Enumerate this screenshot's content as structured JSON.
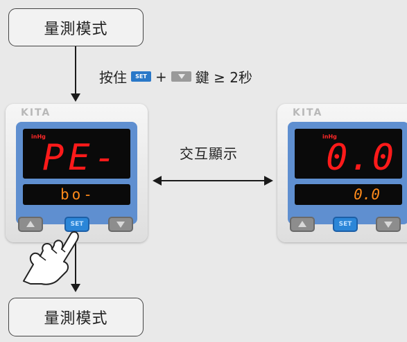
{
  "top_box": {
    "label": "量測模式"
  },
  "bottom_box": {
    "label": "量測模式"
  },
  "instruction": {
    "prefix": "按住",
    "set_key": "SET",
    "plus": "+",
    "suffix": "鍵 ≥ 2秒"
  },
  "middle": {
    "label": "交互顯示"
  },
  "device_left": {
    "brand": "KITA",
    "unit": "inHg",
    "main_display": "PE-",
    "sub_display": "bo-",
    "set_button": "SET"
  },
  "device_right": {
    "brand": "KITA",
    "unit": "inHg",
    "main_display": "0.0",
    "sub_display": "0.0",
    "set_button": "SET"
  },
  "colors": {
    "display_red": "#ff1a1a",
    "display_orange": "#ff8a1a",
    "set_blue": "#2b86d8",
    "bezel_blue": "#5f8fd0"
  }
}
